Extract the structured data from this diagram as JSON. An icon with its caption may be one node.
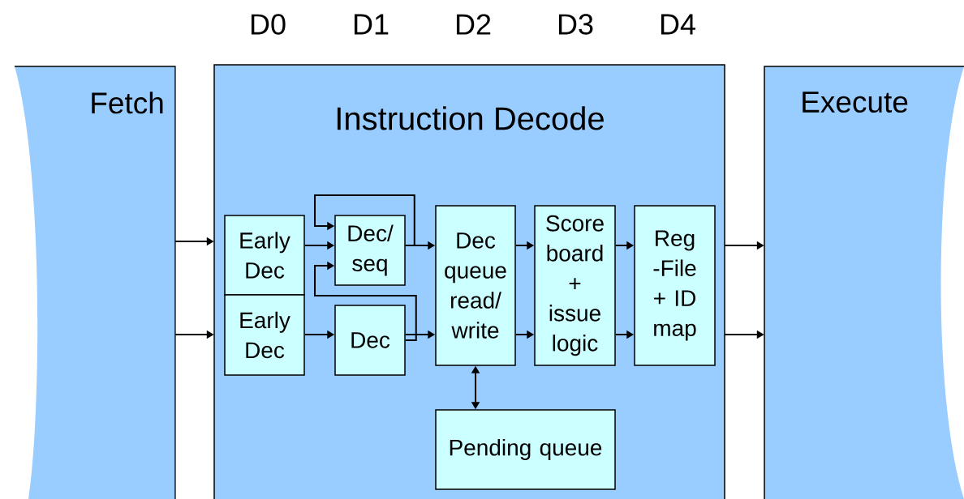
{
  "diagram": {
    "nodes": [
      {
        "text": [
          "Fetch"
        ]
      },
      {
        "text": [
          "Instruction Decode"
        ]
      },
      {
        "text": [
          "Execute"
        ]
      },
      {
        "text": [
          "Early Dec"
        ],
        "in": 1
      },
      {
        "text": [
          "Early Dec"
        ],
        "in": 1
      },
      {
        "text": [
          "Dec/ seq"
        ],
        "in": 1
      },
      {
        "text": [
          "Dec"
        ],
        "in": 1
      },
      {
        "text": [
          "Dec queue read/ write"
        ],
        "in": 1
      },
      {
        "text": [
          "Score board + issue logic"
        ],
        "in": 1
      },
      {
        "text": [
          "Reg -File + ID map"
        ],
        "in": 1
      },
      {
        "text": [
          "Pending queue"
        ],
        "in": 1
      }
    ],
    "edges": [
      {
        "from": 0,
        "to": 1,
        "arrow": "to"
      },
      {
        "from": 0,
        "to": 1,
        "arrow": "to"
      },
      {
        "from": 3,
        "to": 5,
        "arrow": "to"
      },
      {
        "from": 5,
        "to": 7,
        "arrow": "to"
      },
      {
        "from": 5,
        "to": 5,
        "arrow": "to"
      },
      {
        "from": 4,
        "to": 6,
        "arrow": "to"
      },
      {
        "from": 6,
        "to": 7,
        "arrow": "to"
      },
      {
        "from": 6,
        "to": 5,
        "arrow": "to"
      },
      {
        "from": 7,
        "to": 8,
        "arrow": "to"
      },
      {
        "from": 7,
        "to": 8,
        "arrow": "to"
      },
      {
        "from": 8,
        "to": 9,
        "arrow": "to"
      },
      {
        "from": 8,
        "to": 9,
        "arrow": "to"
      },
      {
        "from": 7,
        "to": 10,
        "arrow": "both"
      },
      {
        "from": 1,
        "to": 2,
        "arrow": "to"
      },
      {
        "from": 1,
        "to": 2,
        "arrow": "to"
      }
    ],
    "labels": [
      "D0",
      "D1",
      "D2",
      "D3",
      "D4"
    ]
  }
}
